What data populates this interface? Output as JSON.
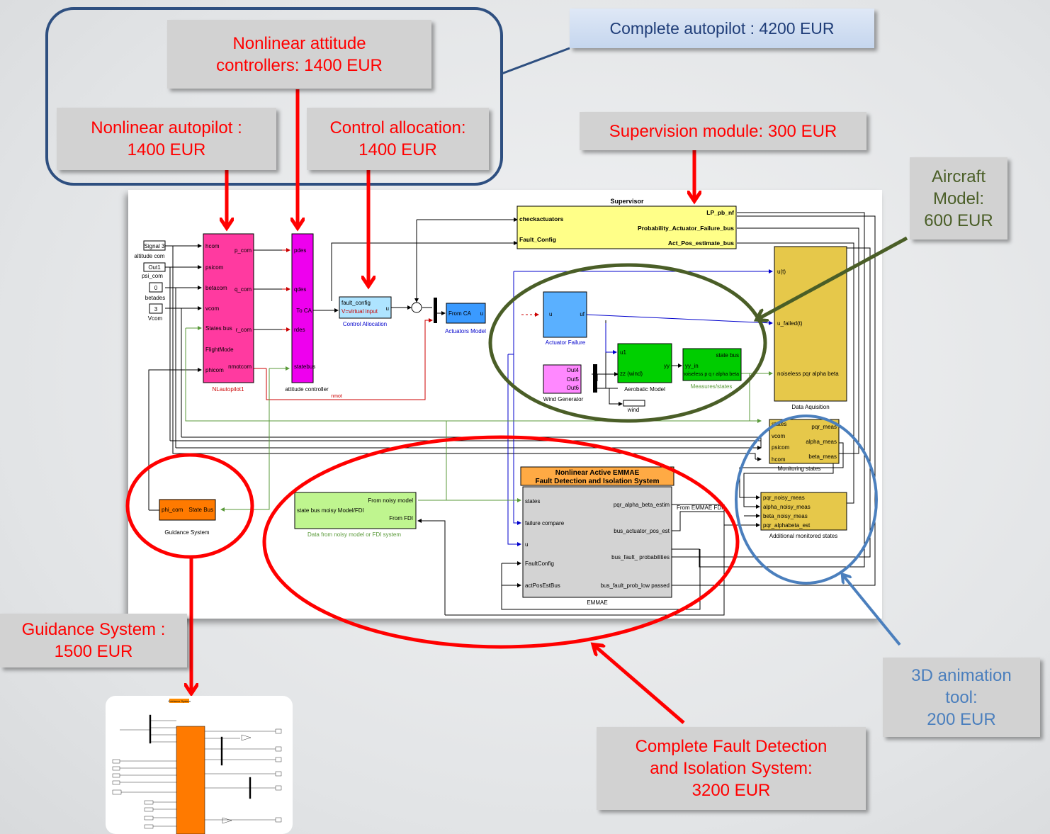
{
  "callouts": {
    "attitude": [
      "Nonlinear attitude",
      "controllers: 1400 EUR"
    ],
    "nl_autopilot": [
      "Nonlinear autopilot :",
      "1400 EUR"
    ],
    "control_alloc": [
      "Control allocation:",
      "1400 EUR"
    ],
    "complete_autopilot": "Complete autopilot : 4200 EUR",
    "supervision": "Supervision module: 300 EUR",
    "aircraft": [
      "Aircraft",
      "Model:",
      "600 EUR"
    ],
    "guidance": [
      "Guidance System :",
      "1500 EUR"
    ],
    "animation": [
      "3D animation",
      "tool:",
      "200 EUR"
    ],
    "fdi": [
      "Complete Fault Detection",
      "and Isolation System:",
      "3200 EUR"
    ]
  },
  "colors": {
    "red": "#ff0000",
    "green": "#4a5e27",
    "blue": "#4b7fbd",
    "navy": "#2e4f80"
  },
  "diagram": {
    "inputs": {
      "altitude": "Signal 3",
      "altitude_label": "altitude com",
      "psi": "Out1",
      "psi_label": "psi_com",
      "beta": "0",
      "beta_label": "betades",
      "v": "3",
      "v_label": "Vcom"
    },
    "nl_autopilot": {
      "ports_in": [
        "hcom",
        "psicom",
        "betacom",
        "vcom",
        "States bus",
        "FlightMode",
        "phicom"
      ],
      "ports_out": [
        "p_com",
        "q_com",
        "r_com",
        "nmotcom"
      ],
      "label": "NLautopilot1"
    },
    "attitude": {
      "ports": [
        "pdes",
        "qdes",
        "rdes",
        "statebus"
      ],
      "out": "To CA",
      "label": "attitude controller"
    },
    "nmot_label": "nmot",
    "control_alloc": {
      "in1": "fault_config",
      "in2": "V=virtual input",
      "out": "u",
      "label": "Control Allocation"
    },
    "actuators": {
      "in": "From CA",
      "out": "u",
      "label": "Actuators Model"
    },
    "actuator_failure": {
      "in": "u",
      "out": "uf",
      "label": "Actuator Failure"
    },
    "aerobatic": {
      "in1": "u1",
      "in2": "zz (wind)",
      "out": "yy",
      "label": "Aerobatic Model"
    },
    "measures": {
      "in": "yy_in",
      "out1": "state bus",
      "out2": "noiseless p q r alpha beta",
      "label": "Measures/states"
    },
    "wind_gen": {
      "outs": [
        "Out4",
        "Out5",
        "Out6"
      ],
      "label": "Wind Generator"
    },
    "wind_label": "wind",
    "supervisor": {
      "title": "Supervisor",
      "in1": "checkactuators",
      "in2": "Fault_Config",
      "out1": "LP_pb_nf",
      "out2": "Probability_Actuator_Failure_bus",
      "out3": "Act_Pos_estimate_bus"
    },
    "data_acq": {
      "in1": "u(t)",
      "in2": "u_failed(t)",
      "in3": "noiseless pqr alpha beta",
      "label": "Data Aquisition"
    },
    "monitoring": {
      "ins": [
        "states",
        "vcom",
        "psicom",
        "hcom"
      ],
      "outs": [
        "pqr_meas",
        "alpha_meas",
        "beta_meas"
      ],
      "label": "Monitoring states"
    },
    "additional": {
      "ins": [
        "pqr_noisy_meas",
        "alpha_noisy_meas",
        "beta_noisy_meas",
        "pqr_alphabeta_est"
      ],
      "label": "Additional monitored states"
    },
    "emmae": {
      "title1": "Nonlinear Active EMMAE",
      "title2": "Fault Detection and Isolation System",
      "ins": [
        "states",
        "failure compare",
        "u",
        "FaultConfig",
        "actPosEstBus"
      ],
      "outs": [
        "pqr_alpha_beta_estim",
        "bus_actuator_pos_est",
        "bus_fault_ probabilities",
        "bus_fault_prob_low passed"
      ],
      "label": "EMMAE",
      "from_label": "From EMMAE FDI"
    },
    "data_noisy": {
      "in": "state bus moisy Model/FDI",
      "out1": "From noisy model",
      "out2": "From FDI",
      "label": "Data from noisy model or FDI system"
    },
    "guidance": {
      "in": "phi_com",
      "out": "State Bus",
      "label": "Guidance System"
    }
  },
  "thumbnail": {
    "title": "Guidance System"
  }
}
